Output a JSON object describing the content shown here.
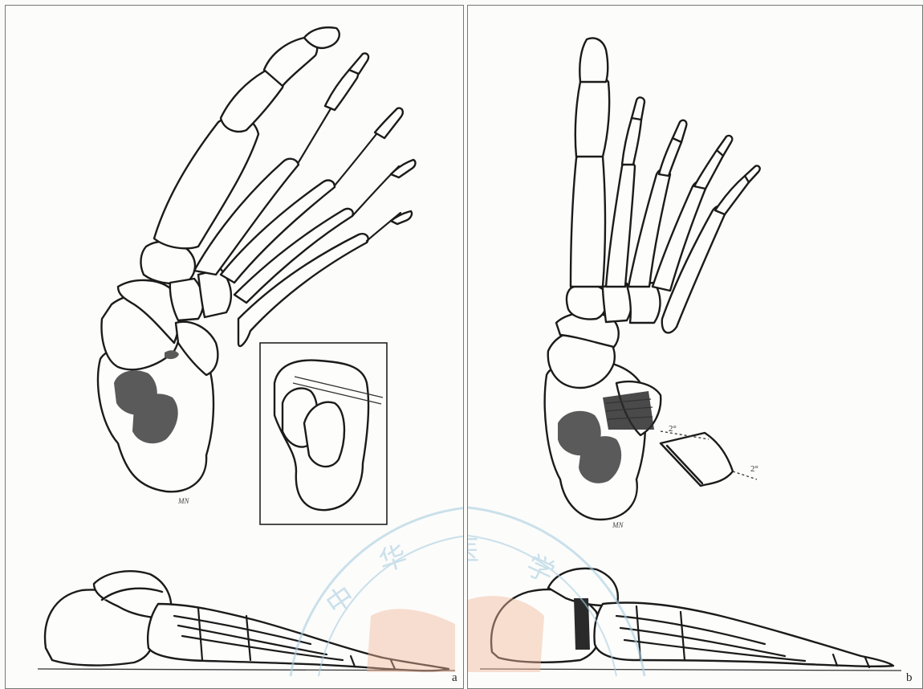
{
  "figure": {
    "panels": [
      {
        "id": "a",
        "label": "a"
      },
      {
        "id": "b",
        "label": "b"
      }
    ],
    "wedge_angle_label": "2°",
    "watermark": {
      "chars": [
        "中",
        "华",
        "医",
        "学"
      ],
      "color": "#a9cfe0",
      "accent": "#f0b89a"
    }
  }
}
